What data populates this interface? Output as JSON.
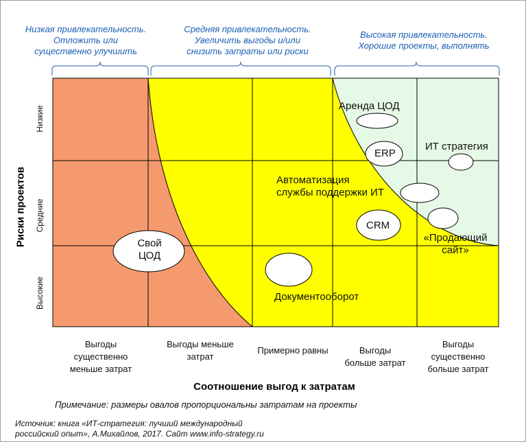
{
  "headers": {
    "low": "Низкая привлекательность.\nОтложить или\nсущественно улучшить",
    "mid": "Средняя привлекательность.\nУвеличить выгоды и/или\nснизить затраты или риски",
    "high": "Высокая привлекательность.\nХорошие проекты, выполнять"
  },
  "y_axis": {
    "title": "Риски проектов",
    "rows": [
      "Низкие",
      "Средние",
      "Высокие"
    ]
  },
  "x_axis": {
    "title": "Соотношение выгод к затратам",
    "columns": [
      "Выгоды\nсущественно\nменьше затрат",
      "Выгоды меньше\nзатрат",
      "Примерно равны",
      "Выгоды\nбольше затрат",
      "Выгоды\nсущественно\nбольше затрат"
    ]
  },
  "projects": {
    "arenda": "Аренда ЦОД",
    "erp": "ERP",
    "it_strategy": "ИТ стратегия",
    "automation": "Автоматизация\nслужбы поддержки ИТ",
    "crm": "CRM",
    "sale_site": "«Продающий\nсайт»",
    "own_dc": "Свой\nЦОД",
    "docflow": "Документооборот"
  },
  "note": "Примечание: размеры овалов пропорциональны затратам на проекты",
  "source": "Источник: книга «ИТ-стратегия: лучший международный\nроссийский опыт», А.Михайлов, 2017.   Сайт www.info-strategy.ru",
  "colors": {
    "low_zone": "#f59a6e",
    "mid_zone": "#ffff00",
    "high_zone": "#e6f8e6",
    "header_text": "#1a5fb4",
    "grid": "#000000"
  }
}
